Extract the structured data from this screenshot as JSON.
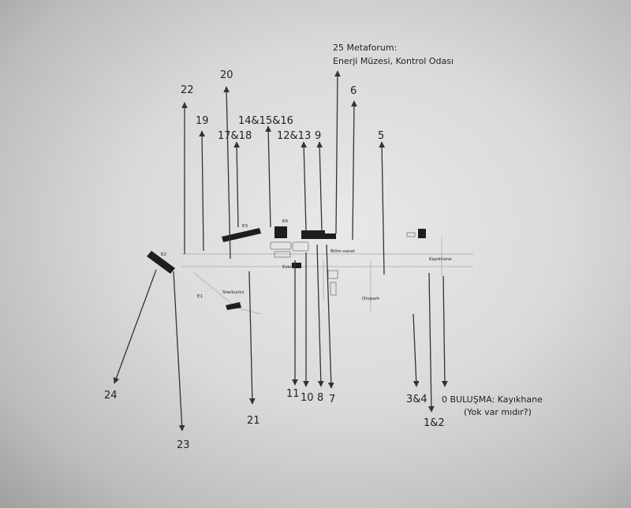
{
  "labels": {
    "n22": "22",
    "n20": "20",
    "n19": "19",
    "n17_18": "17&18",
    "n14_15_16": "14&15&16",
    "n12_13": "12&13",
    "n9": "9",
    "n6": "6",
    "n5": "5",
    "n24": "24",
    "n23": "23",
    "n21": "21",
    "n11": "11",
    "n10": "10",
    "n8": "8",
    "n7": "7",
    "n3_4": "3&4",
    "n1_2": "1&2",
    "meta_line1": "25 Metaforum:",
    "meta_line2": "Enerji Müzesi, Kontrol Odası",
    "meeting_line1": "0 BULUŞMA: Kayıkhane",
    "meeting_line2": "(Yok var mıdır?)"
  },
  "map": {
    "e1": "E1",
    "e2": "E2",
    "e3": "E3",
    "e4": "E4",
    "starbucks": "Starbucks",
    "otopark": "Otopark",
    "kayikhane": "Kayıkhane",
    "bilim_sanat": "Bilim-sanat",
    "eski": "Eski"
  },
  "colors": {
    "ink": "#222222",
    "building": "#1e1e1e",
    "paper": "#e2e2e2"
  }
}
